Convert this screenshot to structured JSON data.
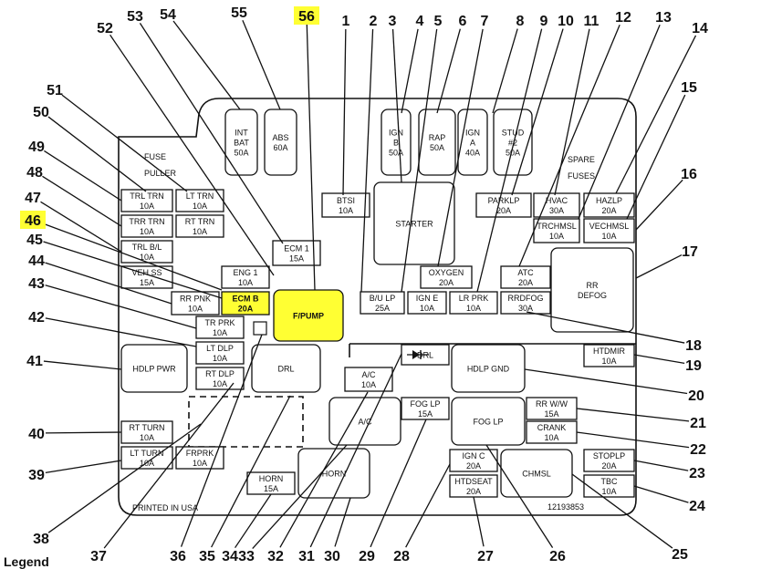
{
  "callout_numbers": [
    "1",
    "2",
    "3",
    "4",
    "5",
    "6",
    "7",
    "8",
    "9",
    "10",
    "11",
    "12",
    "13",
    "14",
    "15",
    "16",
    "17",
    "18",
    "19",
    "20",
    "21",
    "22",
    "23",
    "24",
    "25",
    "26",
    "27",
    "28",
    "29",
    "30",
    "31",
    "32",
    "33",
    "34",
    "35",
    "36",
    "37",
    "38",
    "39",
    "40",
    "41",
    "42",
    "43",
    "44",
    "45",
    "46",
    "47",
    "48",
    "49",
    "50",
    "51",
    "52",
    "53",
    "54",
    "55",
    "56"
  ],
  "highlighted_callouts": [
    "46",
    "56"
  ],
  "highlight_color": "#ffff33",
  "fuse_puller_label": [
    "FUSE",
    "PULLER"
  ],
  "spare_fuses_label": [
    "SPARE",
    "FUSES"
  ],
  "printed_label": "PRINTED IN USA",
  "part_number": "12193853",
  "legend_title": "Legend",
  "boxes": [
    {
      "id": "int-bat",
      "lines": [
        "INT",
        "BAT",
        "50A"
      ]
    },
    {
      "id": "abs",
      "lines": [
        "ABS",
        "60A"
      ]
    },
    {
      "id": "ign-b",
      "lines": [
        "IGN",
        "B",
        "50A"
      ]
    },
    {
      "id": "rap",
      "lines": [
        "RAP",
        "50A"
      ]
    },
    {
      "id": "ign-a",
      "lines": [
        "IGN",
        "A",
        "40A"
      ]
    },
    {
      "id": "stud2",
      "lines": [
        "STUD",
        "#2",
        "50A"
      ]
    },
    {
      "id": "btsi",
      "lines": [
        "BTSI",
        "10A"
      ]
    },
    {
      "id": "starter",
      "lines": [
        "STARTER"
      ]
    },
    {
      "id": "parklp",
      "lines": [
        "PARKLP",
        "20A"
      ]
    },
    {
      "id": "hvac",
      "lines": [
        "HVAC",
        "30A"
      ]
    },
    {
      "id": "hazlp",
      "lines": [
        "HAZLP",
        "20A"
      ]
    },
    {
      "id": "trchmsl",
      "lines": [
        "TRCHMSL",
        "10A"
      ]
    },
    {
      "id": "vechmsl",
      "lines": [
        "VECHMSL",
        "10A"
      ]
    },
    {
      "id": "trl-trn",
      "lines": [
        "TRL TRN",
        "10A"
      ]
    },
    {
      "id": "lt-trn",
      "lines": [
        "LT TRN",
        "10A"
      ]
    },
    {
      "id": "trr-trn",
      "lines": [
        "TRR TRN",
        "10A"
      ]
    },
    {
      "id": "rt-trn",
      "lines": [
        "RT TRN",
        "10A"
      ]
    },
    {
      "id": "trl-bl",
      "lines": [
        "TRL B/L",
        "10A"
      ]
    },
    {
      "id": "ecm1",
      "lines": [
        "ECM 1",
        "15A"
      ]
    },
    {
      "id": "veh-ss",
      "lines": [
        "VEH SS",
        "15A"
      ]
    },
    {
      "id": "eng1",
      "lines": [
        "ENG 1",
        "10A"
      ]
    },
    {
      "id": "oxygen",
      "lines": [
        "OXYGEN",
        "20A"
      ]
    },
    {
      "id": "atc",
      "lines": [
        "ATC",
        "20A"
      ]
    },
    {
      "id": "rr-defog",
      "lines": [
        "RR",
        "DEFOG"
      ]
    },
    {
      "id": "rr-pnk",
      "lines": [
        "RR PNK",
        "10A"
      ]
    },
    {
      "id": "ecm-b",
      "lines": [
        "ECM B",
        "20A"
      ]
    },
    {
      "id": "fpump",
      "lines": [
        "F/PUMP"
      ]
    },
    {
      "id": "bu-lp",
      "lines": [
        "B/U LP",
        "25A"
      ]
    },
    {
      "id": "ign-e",
      "lines": [
        "IGN E",
        "10A"
      ]
    },
    {
      "id": "lr-prk",
      "lines": [
        "LR PRK",
        "10A"
      ]
    },
    {
      "id": "rrdfog",
      "lines": [
        "RRDFOG",
        "30A"
      ]
    },
    {
      "id": "tr-prk",
      "lines": [
        "TR PRK",
        "10A"
      ]
    },
    {
      "id": "lt-dlp",
      "lines": [
        "LT DLP",
        "10A"
      ]
    },
    {
      "id": "rt-dlp",
      "lines": [
        "RT DLP",
        "10A"
      ]
    },
    {
      "id": "hdlp-pwr",
      "lines": [
        "HDLP PWR"
      ]
    },
    {
      "id": "drl-relay",
      "lines": [
        "DRL"
      ]
    },
    {
      "id": "drl-diode",
      "lines": [
        "DRL"
      ]
    },
    {
      "id": "hdlp-gnd",
      "lines": [
        "HDLP GND"
      ]
    },
    {
      "id": "htdmir",
      "lines": [
        "HTDMIR",
        "10A"
      ]
    },
    {
      "id": "ac-fuse",
      "lines": [
        "A/C",
        "10A"
      ]
    },
    {
      "id": "ac-relay",
      "lines": [
        "A/C"
      ]
    },
    {
      "id": "fog-lp-fuse",
      "lines": [
        "FOG LP",
        "15A"
      ]
    },
    {
      "id": "fog-lp-relay",
      "lines": [
        "FOG LP"
      ]
    },
    {
      "id": "rr-ww",
      "lines": [
        "RR W/W",
        "15A"
      ]
    },
    {
      "id": "crank",
      "lines": [
        "CRANK",
        "10A"
      ]
    },
    {
      "id": "rt-turn",
      "lines": [
        "RT TURN",
        "10A"
      ]
    },
    {
      "id": "lt-turn",
      "lines": [
        "LT TURN",
        "10A"
      ]
    },
    {
      "id": "frprk",
      "lines": [
        "FRPRK",
        "10A"
      ]
    },
    {
      "id": "horn-fuse",
      "lines": [
        "HORN",
        "15A"
      ]
    },
    {
      "id": "horn-relay",
      "lines": [
        "HORN"
      ]
    },
    {
      "id": "ign-c",
      "lines": [
        "IGN C",
        "20A"
      ]
    },
    {
      "id": "htdseat",
      "lines": [
        "HTDSEAT",
        "20A"
      ]
    },
    {
      "id": "chmsl",
      "lines": [
        "CHMSL"
      ]
    },
    {
      "id": "stoplp",
      "lines": [
        "STOPLP",
        "20A"
      ]
    },
    {
      "id": "tbc",
      "lines": [
        "TBC",
        "10A"
      ]
    }
  ]
}
